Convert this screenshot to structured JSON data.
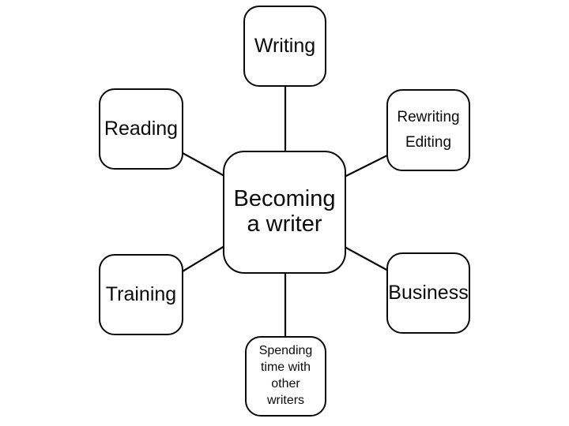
{
  "diagram": {
    "type": "mind-map",
    "colors": {
      "background": "#ffffff",
      "node_fill": "#ffffff",
      "node_border": "#0a0a0a",
      "connector_line": "#0a0a0a",
      "text": "#0a0a0a"
    },
    "center": {
      "id": "center",
      "label_lines": [
        "Becoming",
        "a writer"
      ]
    },
    "nodes": [
      {
        "id": "writing",
        "position": "top",
        "label_lines": [
          "Writing"
        ]
      },
      {
        "id": "rewriting-editing",
        "position": "top-right",
        "label_lines": [
          "Rewriting",
          "Editing"
        ]
      },
      {
        "id": "reading",
        "position": "top-left",
        "label_lines": [
          "Reading"
        ]
      },
      {
        "id": "training",
        "position": "bottom-left",
        "label_lines": [
          "Training"
        ]
      },
      {
        "id": "business",
        "position": "bottom-right",
        "label_lines": [
          "Business"
        ]
      },
      {
        "id": "spending-time",
        "position": "bottom",
        "label_lines": [
          "Spending",
          "time with",
          "other",
          "writers"
        ]
      }
    ],
    "connectors": [
      {
        "from": "center",
        "to": "writing"
      },
      {
        "from": "center",
        "to": "rewriting-editing"
      },
      {
        "from": "center",
        "to": "reading"
      },
      {
        "from": "center",
        "to": "training"
      },
      {
        "from": "center",
        "to": "business"
      },
      {
        "from": "center",
        "to": "spending-time"
      }
    ]
  }
}
